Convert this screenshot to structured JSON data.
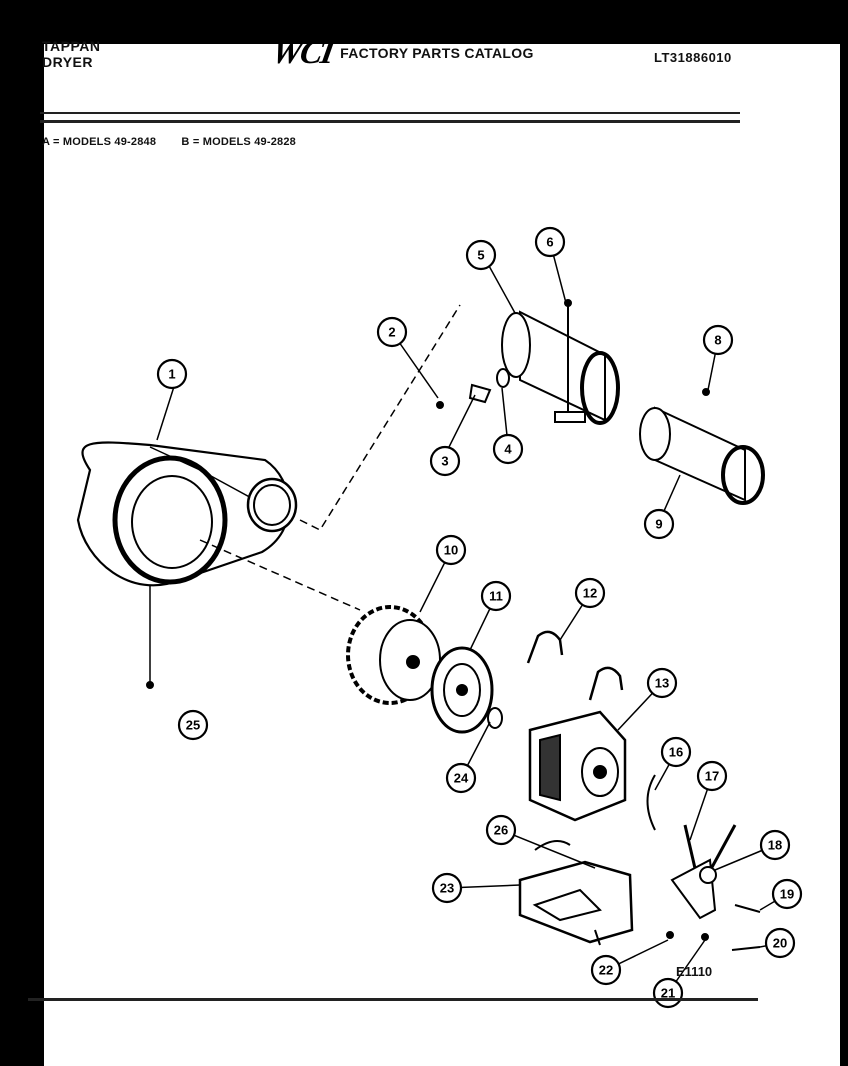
{
  "header": {
    "brand": "TAPPAN",
    "product": "DRYER",
    "logo": "WCI",
    "catalog_title": "FACTORY PARTS CATALOG",
    "catalog_number": "LT31886010"
  },
  "models": {
    "a": "A = MODELS 49-2848",
    "b": "B = MODELS 49-2828"
  },
  "diagram_code": "E1110",
  "callouts": [
    {
      "id": "1",
      "label": "1"
    },
    {
      "id": "2",
      "label": "2"
    },
    {
      "id": "3",
      "label": "3"
    },
    {
      "id": "4",
      "label": "4"
    },
    {
      "id": "5",
      "label": "5"
    },
    {
      "id": "6",
      "label": "6"
    },
    {
      "id": "8",
      "label": "8"
    },
    {
      "id": "9",
      "label": "9"
    },
    {
      "id": "10",
      "label": "10"
    },
    {
      "id": "11",
      "label": "11"
    },
    {
      "id": "12",
      "label": "12"
    },
    {
      "id": "13",
      "label": "13"
    },
    {
      "id": "16",
      "label": "16"
    },
    {
      "id": "17",
      "label": "17"
    },
    {
      "id": "18",
      "label": "18"
    },
    {
      "id": "19",
      "label": "19"
    },
    {
      "id": "20",
      "label": "20"
    },
    {
      "id": "21",
      "label": "21"
    },
    {
      "id": "22",
      "label": "22"
    },
    {
      "id": "23",
      "label": "23"
    },
    {
      "id": "24",
      "label": "24"
    },
    {
      "id": "25",
      "label": "25"
    },
    {
      "id": "26",
      "label": "26"
    }
  ]
}
